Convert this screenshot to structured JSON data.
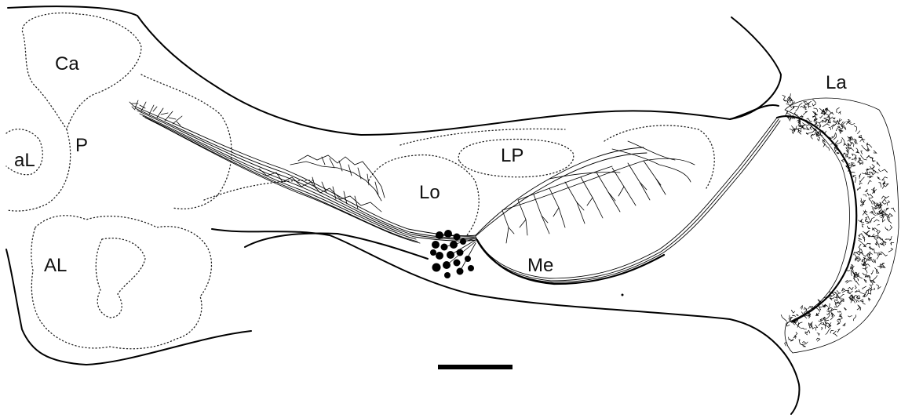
{
  "labels": {
    "ca": "Ca",
    "p": "P",
    "al_small": "aL",
    "al_big": "AL",
    "lo": "Lo",
    "lp": "LP",
    "me": "Me",
    "la": "La"
  },
  "colors": {
    "ink": "#000000",
    "background": "#ffffff"
  }
}
